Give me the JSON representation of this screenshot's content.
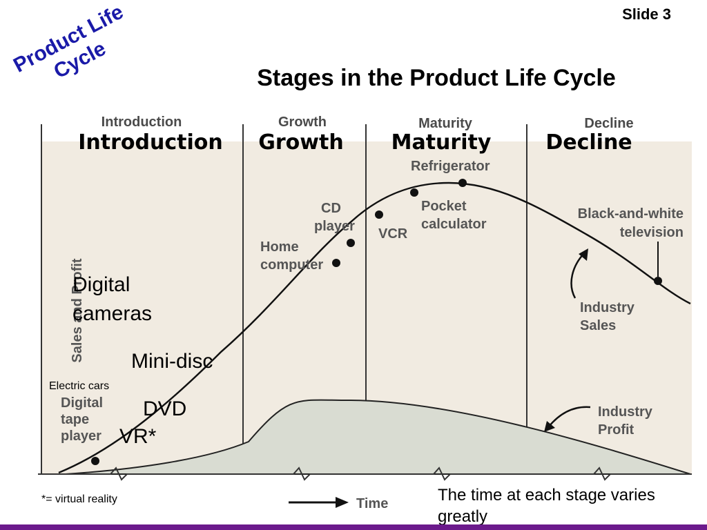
{
  "slide": {
    "number_label": "Slide  3"
  },
  "corner_title": {
    "line1": "Product Life",
    "line2": "Cycle",
    "color": "#1a1aa8"
  },
  "title": "Stages in the Product Life Cycle",
  "stages_small": [
    "Introduction",
    "Growth",
    "Maturity",
    "Decline"
  ],
  "stages_large": [
    "Introduction",
    "Growth",
    "Maturity",
    "Decline"
  ],
  "axis": {
    "y_label": "Sales and Profit",
    "x_label": "Time"
  },
  "products": {
    "digital_tape_line1": "Digital",
    "digital_tape_line2": "tape",
    "digital_tape_line3": "player",
    "home_computer_line1": "Home",
    "home_computer_line2": "computer",
    "cd_player_line1": "CD",
    "cd_player_line2": "player",
    "vcr": "VCR",
    "refrigerator": "Refrigerator",
    "pocket_calc_line1": "Pocket",
    "pocket_calc_line2": "calculator",
    "bw_tv_line1": "Black-and-white",
    "bw_tv_line2": "television"
  },
  "curve_labels": {
    "sales_line1": "Industry",
    "sales_line2": "Sales",
    "profit_line1": "Industry",
    "profit_line2": "Profit"
  },
  "overlays": {
    "digital_cameras_line1": "Digital",
    "digital_cameras_line2": "cameras",
    "mini_disc": "Mini-disc",
    "electric_cars": "Electric cars",
    "dvd": "DVD",
    "vr": "VR*"
  },
  "notes": {
    "vr_footnote": "*= virtual reality",
    "time_varies_line1": "The time at each stage varies",
    "time_varies_line2": "greatly"
  },
  "colors": {
    "background_band": "#f1ebe1",
    "profit_fill": "#d9dcd2",
    "footer": "#6b1a8c"
  }
}
